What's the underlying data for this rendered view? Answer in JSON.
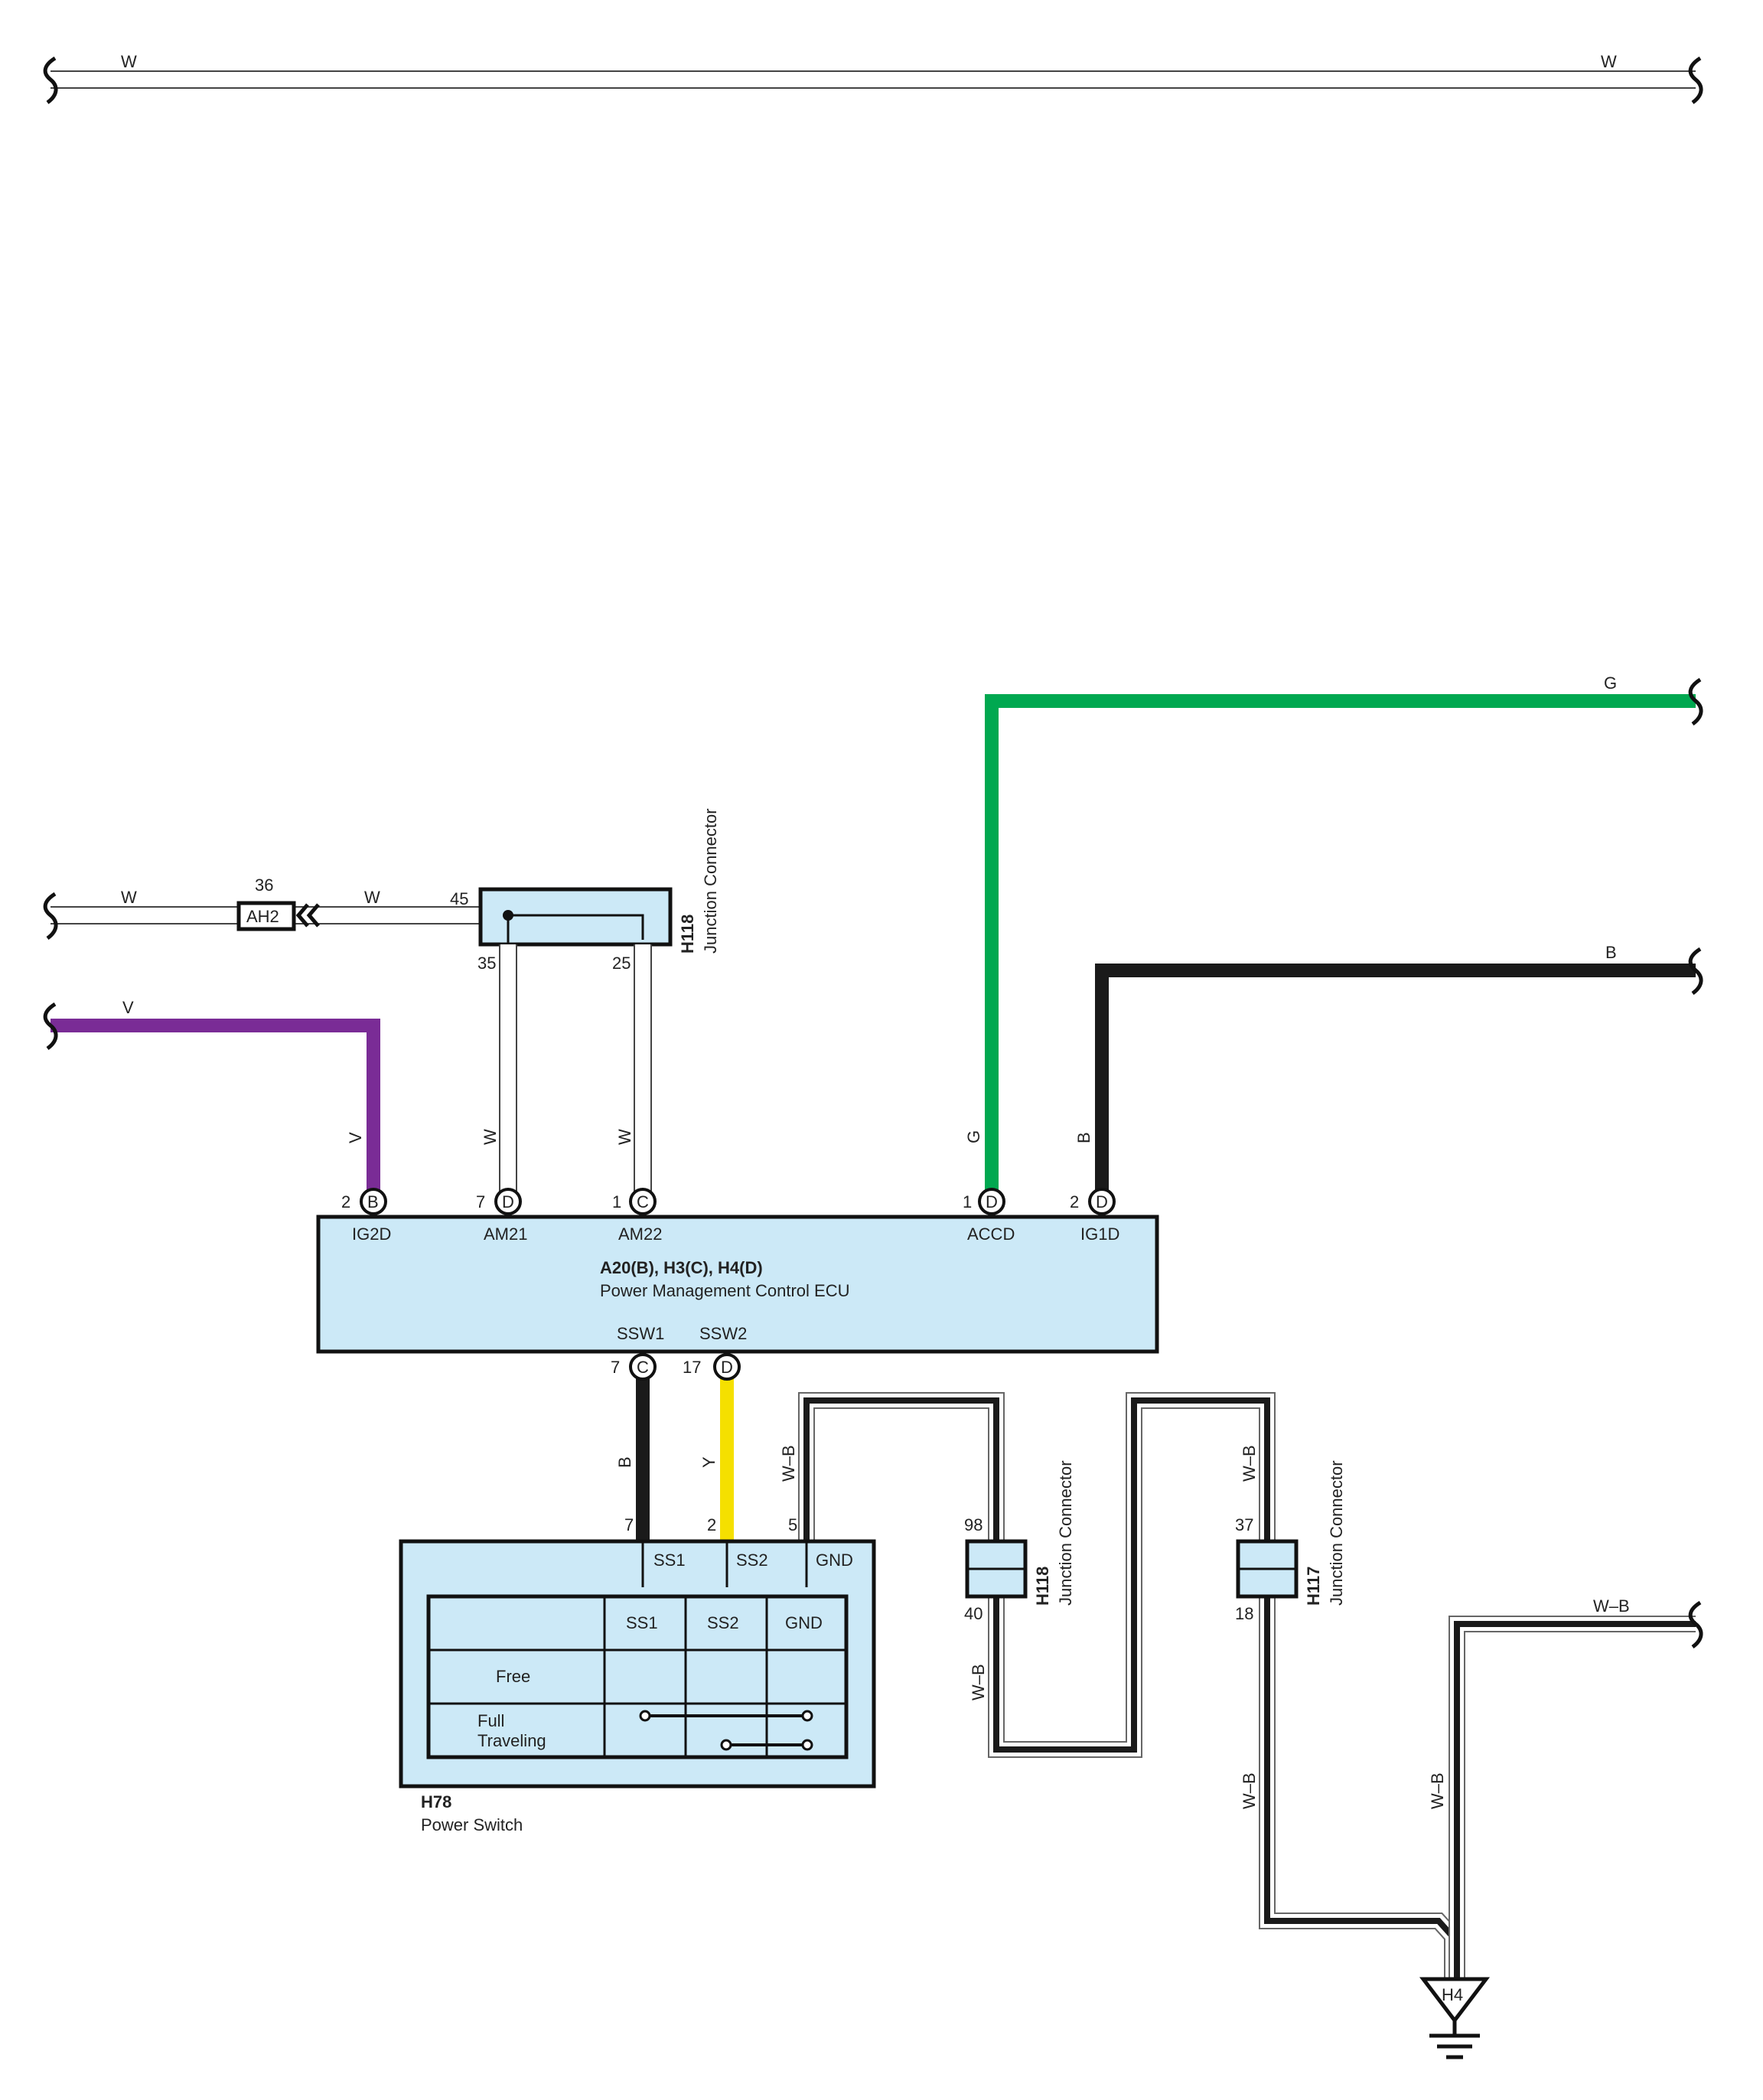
{
  "colors": {
    "violet": "#7a2c96",
    "green": "#00a850",
    "black": "#1a1a1a",
    "yellow": "#f5e000",
    "box_fill": "#cce9f7",
    "white_wire": "#ffffff"
  },
  "top_bus": {
    "left_color": "W",
    "right_color": "W"
  },
  "fuse": {
    "number": "36",
    "name": "AH2",
    "wire_left": "W",
    "wire_right": "W"
  },
  "h118_top": {
    "id": "H118",
    "name": "Junction Connector",
    "pin_in": "45",
    "pin_a": "35",
    "pin_b": "25"
  },
  "v_wire": {
    "color_h": "V",
    "color_v": "V"
  },
  "drops": {
    "am21_color": "W",
    "am22_color": "W",
    "accd_color": "G",
    "ig1d_color": "B"
  },
  "right_wires": {
    "g": "G",
    "b": "B",
    "wb": "W–B"
  },
  "ecu": {
    "title": "A20(B), H3(C), H4(D)",
    "name": "Power Management Control ECU",
    "pins": {
      "ig2d": {
        "num": "2",
        "conn": "B",
        "label": "IG2D"
      },
      "am21": {
        "num": "7",
        "conn": "D",
        "label": "AM21"
      },
      "am22": {
        "num": "1",
        "conn": "C",
        "label": "AM22"
      },
      "accd": {
        "num": "1",
        "conn": "D",
        "label": "ACCD"
      },
      "ig1d": {
        "num": "2",
        "conn": "D",
        "label": "IG1D"
      },
      "ssw1": {
        "num": "7",
        "conn": "C",
        "label": "SSW1"
      },
      "ssw2": {
        "num": "17",
        "conn": "D",
        "label": "SSW2"
      }
    }
  },
  "lower_wires": {
    "ssw1_color": "B",
    "ssw2_color": "Y",
    "gnd_color": "W–B"
  },
  "switch": {
    "id": "H78",
    "name": "Power Switch",
    "pin_nums": {
      "ss1": "7",
      "ss2": "2",
      "gnd": "5"
    },
    "pin_labels": {
      "ss1": "SS1",
      "ss2": "SS2",
      "gnd": "GND"
    },
    "table_header": [
      "SS1",
      "SS2",
      "GND"
    ],
    "rows": [
      "Free",
      "Full",
      "Traveling"
    ]
  },
  "h118_low": {
    "id": "H118",
    "name": "Junction Connector",
    "pin_top": "98",
    "pin_bot": "40",
    "wire_color": "W–B"
  },
  "h117": {
    "id": "H117",
    "name": "Junction Connector",
    "pin_top": "37",
    "pin_bot": "18",
    "wire_top": "W–B",
    "wire_bot": "W–B"
  },
  "ground": {
    "id": "H4",
    "wire_color": "W–B"
  }
}
